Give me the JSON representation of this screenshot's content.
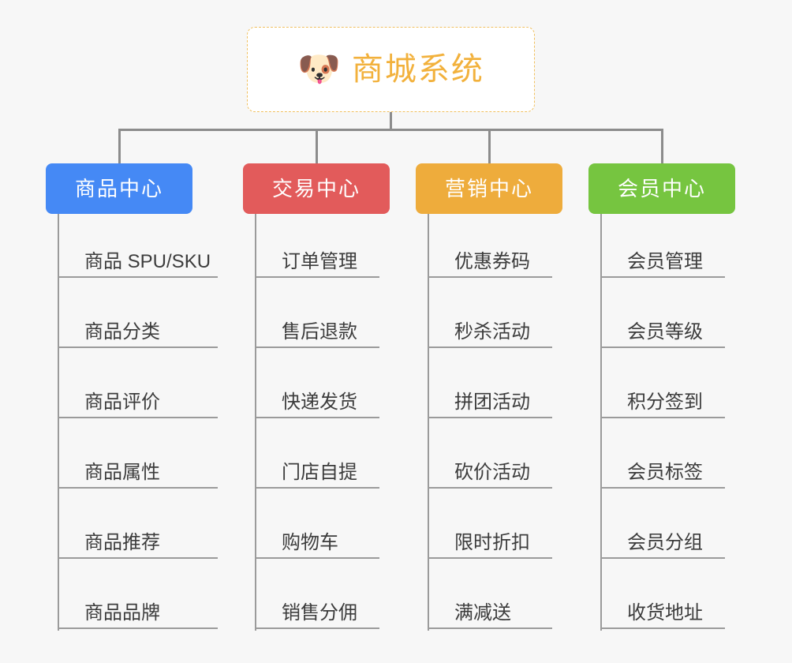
{
  "diagram": {
    "type": "org-tree",
    "background_color": "#f7f7f7",
    "root": {
      "title": "商城系统",
      "icon": "dog-face-emoji",
      "icon_glyph": "🐶",
      "text_color": "#f2b13c",
      "border_color": "#f0c060",
      "background_color": "#ffffff"
    },
    "connector_color": "#8c8c8c",
    "spine_color": "#9b9b9b",
    "leaf_text_color": "#3c3c3c",
    "branches": [
      {
        "label": "商品中心",
        "color": "#4589f5",
        "items": [
          "商品 SPU/SKU",
          "商品分类",
          "商品评价",
          "商品属性",
          "商品推荐",
          "商品品牌"
        ]
      },
      {
        "label": "交易中心",
        "color": "#e25b5b",
        "items": [
          "订单管理",
          "售后退款",
          "快递发货",
          "门店自提",
          "购物车",
          "销售分佣"
        ]
      },
      {
        "label": "营销中心",
        "color": "#eeac3c",
        "items": [
          "优惠券码",
          "秒杀活动",
          "拼团活动",
          "砍价活动",
          "限时折扣",
          "满减送"
        ]
      },
      {
        "label": "会员中心",
        "color": "#76c540",
        "items": [
          "会员管理",
          "会员等级",
          "积分签到",
          "会员标签",
          "会员分组",
          "收货地址"
        ]
      }
    ]
  }
}
